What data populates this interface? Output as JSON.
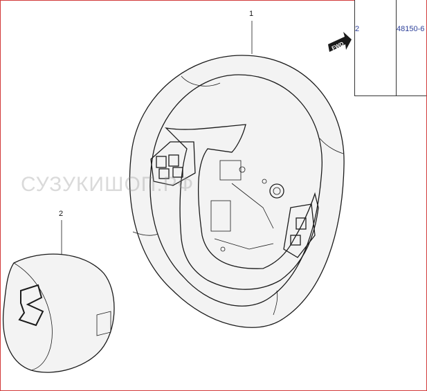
{
  "callouts": {
    "wheel": "1",
    "airbag": "2"
  },
  "fwd_label": "FWD",
  "parts_table": {
    "position": "2",
    "part_number": "48150-6"
  },
  "watermark": "СУЗУКИШОП.РФ"
}
